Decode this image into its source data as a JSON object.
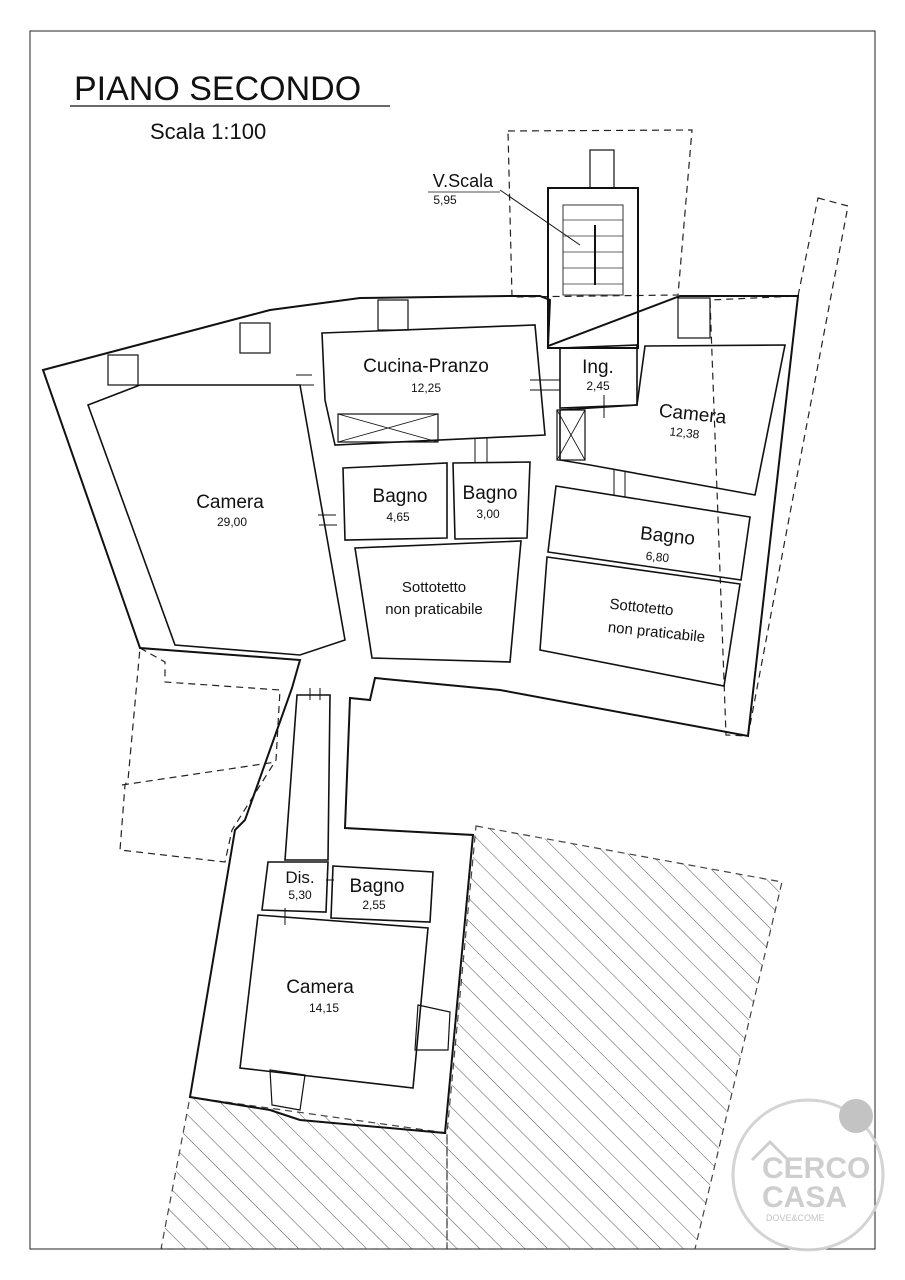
{
  "title": "PIANO SECONDO",
  "scale": "Scala 1:100",
  "stair": {
    "name": "V.Scala",
    "area": "5,95"
  },
  "rooms": {
    "cucina": {
      "name": "Cucina-Pranzo",
      "area": "12,25"
    },
    "ingresso": {
      "name": "Ing.",
      "area": "2,45"
    },
    "camera_ne": {
      "name": "Camera",
      "area": "12,38"
    },
    "camera_w": {
      "name": "Camera",
      "area": "29,00"
    },
    "bagno_1": {
      "name": "Bagno",
      "area": "4,65"
    },
    "bagno_2": {
      "name": "Bagno",
      "area": "3,00"
    },
    "bagno_3": {
      "name": "Bagno",
      "area": "6,80"
    },
    "sottotetto_1": {
      "line1": "Sottotetto",
      "line2": "non praticabile"
    },
    "sottotetto_2": {
      "line1": "Sottotetto",
      "line2": "non praticabile"
    },
    "disimpegno": {
      "name": "Dis.",
      "area": "5,30"
    },
    "bagno_4": {
      "name": "Bagno",
      "area": "2,55"
    },
    "camera_s": {
      "name": "Camera",
      "area": "14,15"
    }
  },
  "logo": {
    "line1": "CERCO",
    "line2": "CASA",
    "tagline": "DOVE&COME"
  }
}
